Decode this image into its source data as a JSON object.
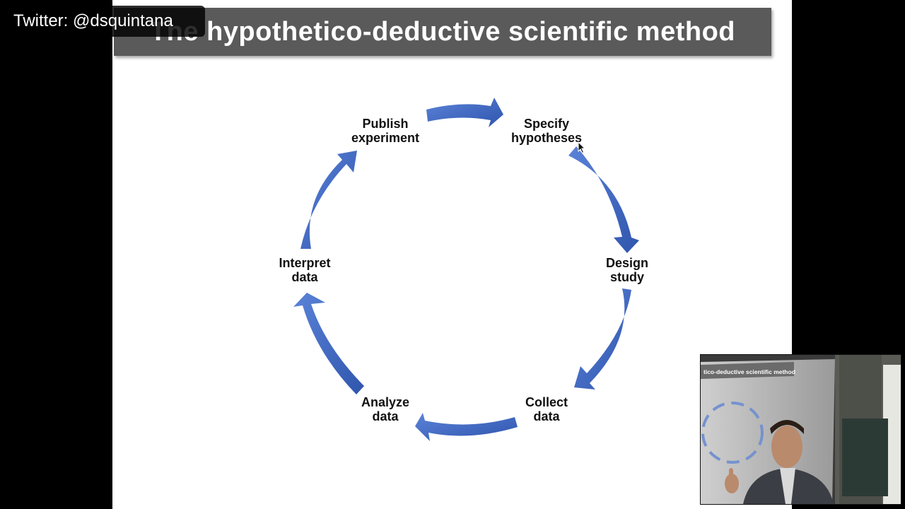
{
  "overlay": {
    "twitter_handle": "Twitter: @dsquintana"
  },
  "slide": {
    "title": "The hypothetico-deductive scientific method",
    "steps": [
      {
        "line1": "Specify",
        "line2": "hypotheses"
      },
      {
        "line1": "Design",
        "line2": "study"
      },
      {
        "line1": "Collect",
        "line2": "data"
      },
      {
        "line1": "Analyze",
        "line2": "data"
      },
      {
        "line1": "Interpret",
        "line2": "data"
      },
      {
        "line1": "Publish",
        "line2": "experiment"
      }
    ]
  },
  "webcam": {
    "mini_title": "tico-deductive scientific method"
  },
  "colors": {
    "arrow": "#4169c4",
    "arrow_dark": "#2f55ad",
    "title_bar": "#5a5a5a"
  }
}
